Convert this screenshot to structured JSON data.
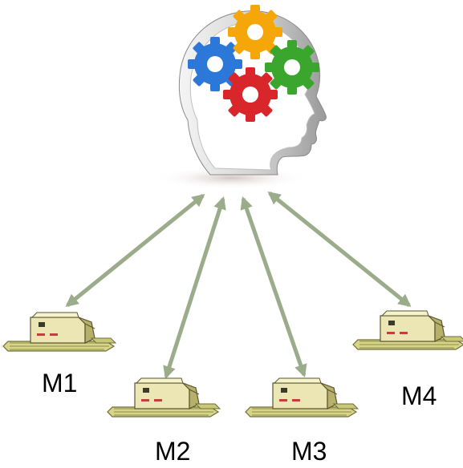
{
  "diagram": {
    "head_icon": "head-with-gears-icon",
    "machine_icon": "machine-icon",
    "arrow_color": "#9aac8a",
    "gear_colors": [
      "#f5a70a",
      "#2b78d8",
      "#3aa62e",
      "#d8262b"
    ],
    "machines": [
      {
        "label": "M1"
      },
      {
        "label": "M2"
      },
      {
        "label": "M3"
      },
      {
        "label": "M4"
      }
    ]
  }
}
